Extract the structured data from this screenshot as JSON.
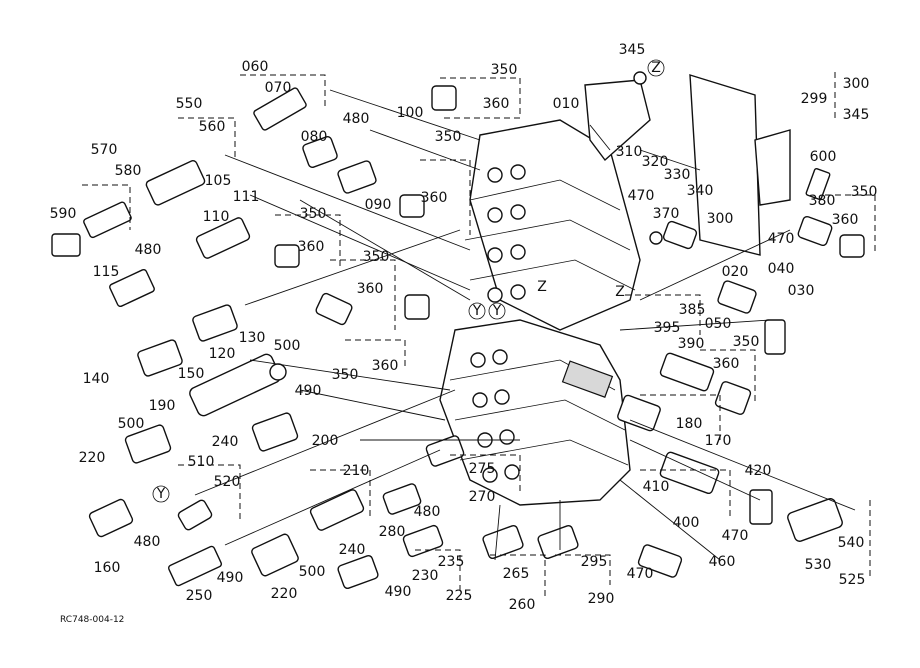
{
  "figure_ref": "RC748-004-12",
  "callouts": [
    "345",
    "Z",
    "300",
    "299",
    "345",
    "350",
    "360",
    "060",
    "070",
    "010",
    "550",
    "560",
    "480",
    "080",
    "100",
    "350",
    "570",
    "580",
    "105",
    "090",
    "310",
    "320",
    "330",
    "340",
    "590",
    "110",
    "111",
    "350",
    "360",
    "470",
    "370",
    "300",
    "600",
    "350",
    "380",
    "360",
    "470",
    "115",
    "480",
    "360",
    "350",
    "360",
    "020",
    "040",
    "030",
    "385",
    "050",
    "395",
    "390",
    "350",
    "140",
    "150",
    "120",
    "130",
    "500",
    "350",
    "360",
    "360",
    "190",
    "490",
    "180",
    "170",
    "500",
    "240",
    "220",
    "200",
    "275",
    "410",
    "420",
    "510",
    "210",
    "520",
    "270",
    "400",
    "160",
    "480",
    "Y",
    "280",
    "480",
    "470",
    "250",
    "490",
    "220",
    "500",
    "240",
    "230",
    "235",
    "265",
    "295",
    "470",
    "460",
    "530",
    "540",
    "490",
    "225",
    "260",
    "290",
    "525"
  ],
  "view_markers": [
    "Z",
    "Z",
    "Y",
    "Y"
  ]
}
